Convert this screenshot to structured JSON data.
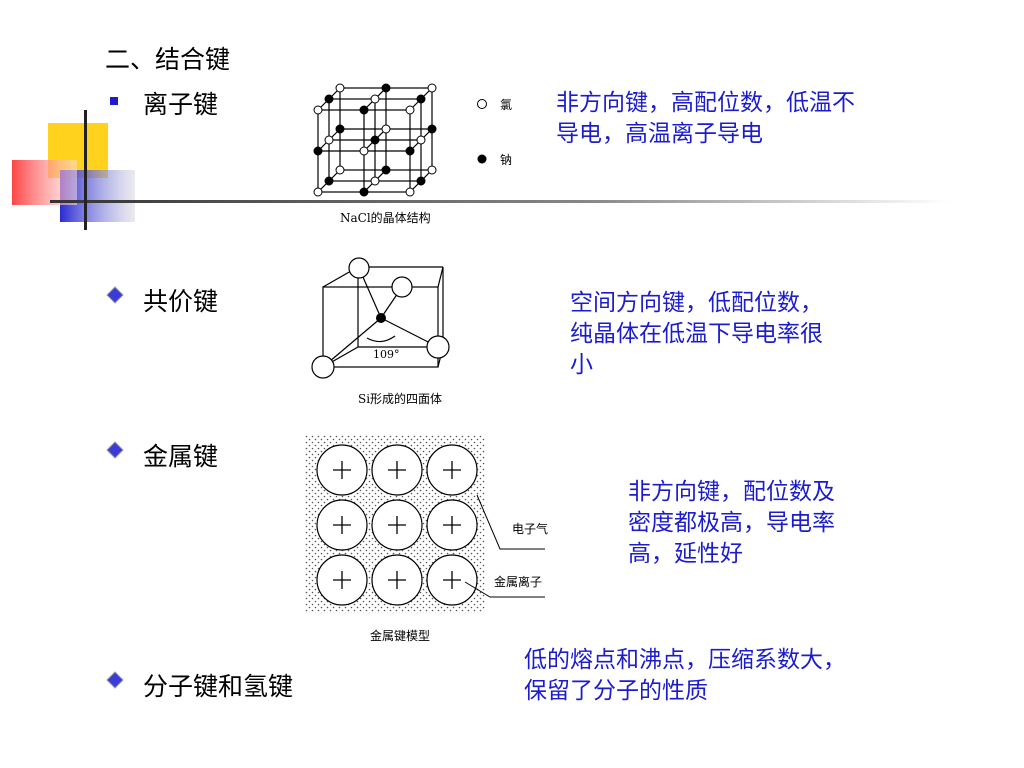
{
  "heading": "二、结合键",
  "sections": {
    "ionic": {
      "label": "离子键",
      "note_line1": "非方向键，高配位数，低温不",
      "note_line2": "导电，高温离子导电",
      "caption": "NaCl的晶体结构",
      "legend_cl": "氯",
      "legend_na": "钠"
    },
    "covalent": {
      "label": "共价键",
      "note_line1": "空间方向键，低配位数，",
      "note_line2": "纯晶体在低温下导电率很",
      "note_line3": "小",
      "caption": "Si形成的四面体",
      "angle": "109°"
    },
    "metallic": {
      "label": "金属键",
      "note_line1": "非方向键，配位数及",
      "note_line2": "密度都极高，导电率",
      "note_line3": "高，延性好",
      "caption": "金属键模型",
      "label_gas": "电子气",
      "label_ion": "金属离子"
    },
    "molecular": {
      "label": "分子键和氢键",
      "note_line1": "低的熔点和沸点，压缩系数大，",
      "note_line2": "保留了分子的性质"
    }
  },
  "colors": {
    "note_text": "#1c1ccc",
    "deco_yellow": "#ffd21e",
    "deco_red": "#ff3b3b",
    "deco_blue": "#2a2ad6"
  }
}
